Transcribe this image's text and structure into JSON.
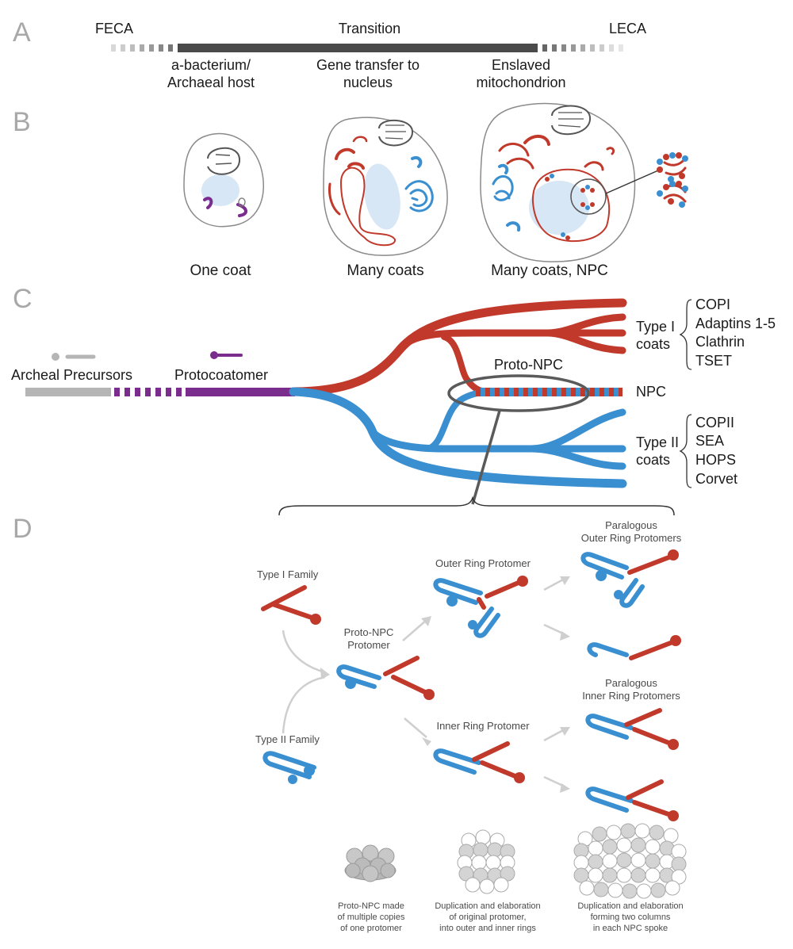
{
  "panels": {
    "a": "A",
    "b": "B",
    "c": "C",
    "d": "D"
  },
  "timeline": {
    "start": "FECA",
    "middle": "Transition",
    "end": "LECA",
    "stage1_line1": "a-bacterium/",
    "stage1_line2": "Archaeal host",
    "stage2_line1": "Gene transfer to",
    "stage2_line2": "nucleus",
    "stage3_line1": "Enslaved",
    "stage3_line2": "mitochondrion"
  },
  "cells": {
    "one": "One coat",
    "many": "Many coats",
    "npc": "Many coats, NPC"
  },
  "tree": {
    "precursors": "Archeal Precursors",
    "protocoatomer": "Protocoatomer",
    "proto_npc": "Proto-NPC",
    "npc": "NPC",
    "type1_line1": "Type I",
    "type1_line2": "coats",
    "type1_items": [
      "COPI",
      "Adaptins 1-5",
      "Clathrin",
      "TSET"
    ],
    "type2_line1": "Type II",
    "type2_line2": "coats",
    "type2_items": [
      "COPII",
      "SEA",
      "HOPS",
      "Corvet"
    ]
  },
  "protomers": {
    "type1_family": "Type I Family",
    "type2_family": "Type II Family",
    "proto_npc_line1": "Proto-NPC",
    "proto_npc_line2": "Protomer",
    "outer_ring": "Outer Ring Protomer",
    "inner_ring": "Inner Ring Protomer",
    "paralogous_outer_line1": "Paralogous",
    "paralogous_outer_line2": "Outer Ring Protomers",
    "paralogous_inner_line1": "Paralogous",
    "paralogous_inner_line2": "Inner Ring Protomers"
  },
  "captions": {
    "c1": [
      "Proto-NPC made",
      "of multiple copies",
      "of one protomer"
    ],
    "c2": [
      "Duplication and elaboration",
      "of original protomer,",
      "into outer and inner rings"
    ],
    "c3": [
      "Duplication and elaboration",
      "forming two columns",
      "in each NPC spoke"
    ]
  },
  "colors": {
    "type1": "#c0392b",
    "type2": "#3a8fd1",
    "protocoatomer": "#7b2d8e",
    "precursor": "#b0b0b0"
  }
}
